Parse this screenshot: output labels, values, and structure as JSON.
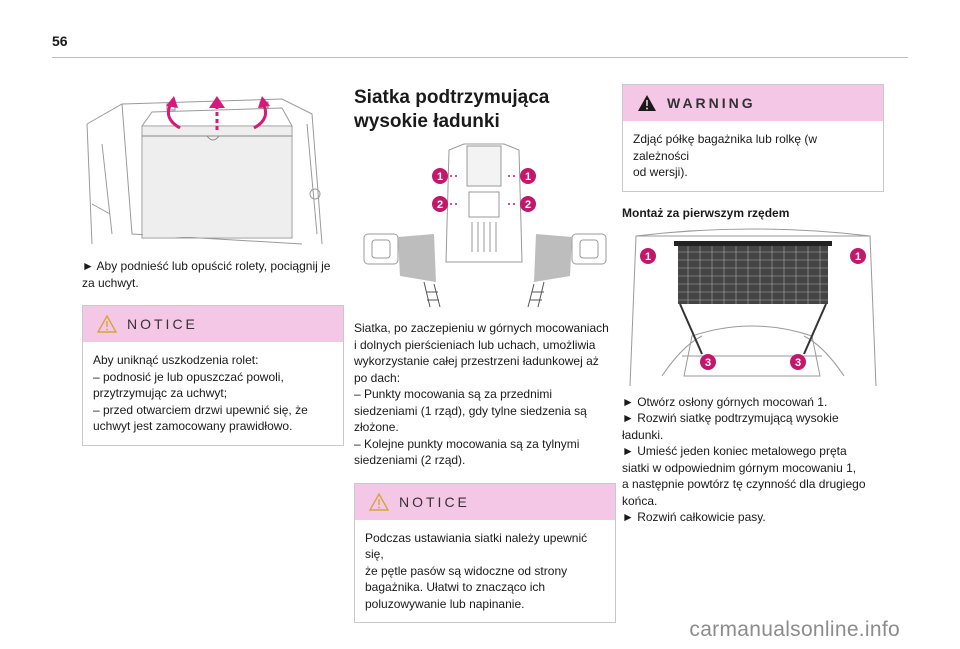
{
  "page": {
    "number": "56",
    "watermark": "carmanualsonline.info"
  },
  "left": {
    "instruction": "► Aby podnieść lub opuścić rolety, pociągnij je za uchwyt.",
    "notice": {
      "title": "NOTICE",
      "lines": [
        "Aby uniknąć uszkodzenia rolet:",
        "– podnosić je lub opuszczać powoli,",
        "przytrzymując za uchwyt;",
        "– przed otwarciem drzwi upewnić się, że",
        "uchwyt jest zamocowany prawidłowo."
      ]
    }
  },
  "middle": {
    "title_lines": [
      "Siatka podtrzymująca",
      "wysokie ładunki"
    ],
    "figure_labels": [
      "1",
      "1",
      "2",
      "2"
    ],
    "body_lines": [
      "Siatka, po zaczepieniu w górnych mocowaniach",
      "i dolnych pierścieniach lub uchach, umożliwia",
      "wykorzystanie całej przestrzeni ładunkowej aż",
      "po dach:",
      "– Punkty mocowania są za przednimi",
      "siedzeniami (1 rząd), gdy tylne siedzenia są",
      "złożone.",
      "– Kolejne punkty mocowania są za tylnymi",
      "siedzeniami (2 rząd)."
    ],
    "notice": {
      "title": "NOTICE",
      "lines": [
        "Podczas ustawiania siatki należy upewnić się,",
        "że pętle pasów są widoczne od strony",
        "bagażnika. Ułatwi to znacząco ich",
        "poluzowywanie lub napinanie."
      ]
    }
  },
  "right": {
    "warning": {
      "title": "WARNING",
      "lines": [
        "Zdjąć półkę bagażnika lub rolkę (w zależności",
        "od wersji)."
      ]
    },
    "subheading": "Montaż za pierwszym rzędem",
    "figure_labels": [
      "1",
      "1",
      "3",
      "3"
    ],
    "steps": [
      "► Otwórz osłony górnych mocowań 1.",
      "► Rozwiń siatkę podtrzymującą wysokie",
      "ładunki.",
      "► Umieść jeden koniec metalowego pręta",
      "siatki w odpowiednim górnym mocowaniu 1,",
      "a następnie powtórz tę czynność dla drugiego",
      "końca.",
      "► Rozwiń całkowicie pasy."
    ]
  },
  "colors": {
    "box_header": "#f4c7e6",
    "callout": "#c2186b",
    "arrow": "#d6197a"
  }
}
